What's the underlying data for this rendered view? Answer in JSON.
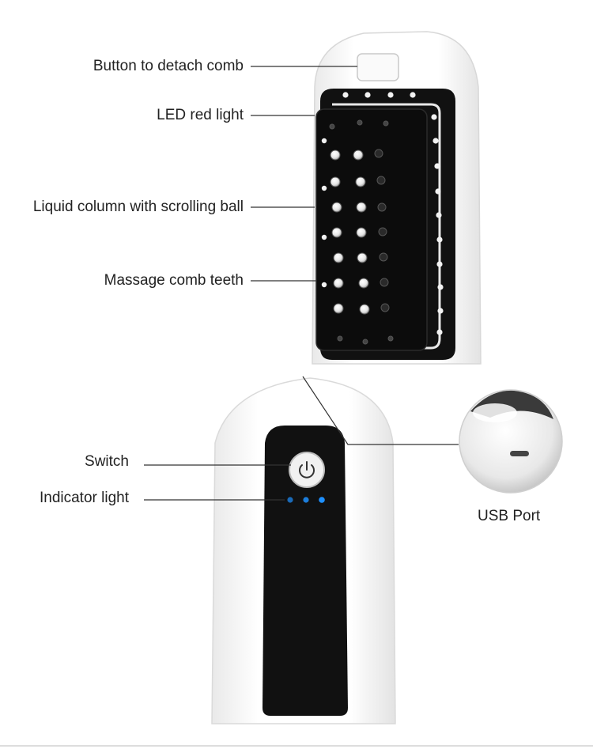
{
  "labels": {
    "detach_button": "Button to detach comb",
    "led_red_light": "LED red light",
    "liquid_column": "Liquid column with scrolling ball",
    "massage_teeth": "Massage comb teeth",
    "switch": "Switch",
    "indicator_light": "Indicator light",
    "usb_port": "USB Port"
  },
  "colors": {
    "shell": "#f4f4f4",
    "panel": "#111111",
    "indicator": "#1e90ff",
    "leader_line": "#333333"
  },
  "icons": {
    "switch": "power-icon",
    "usb": "usb-port-icon"
  }
}
